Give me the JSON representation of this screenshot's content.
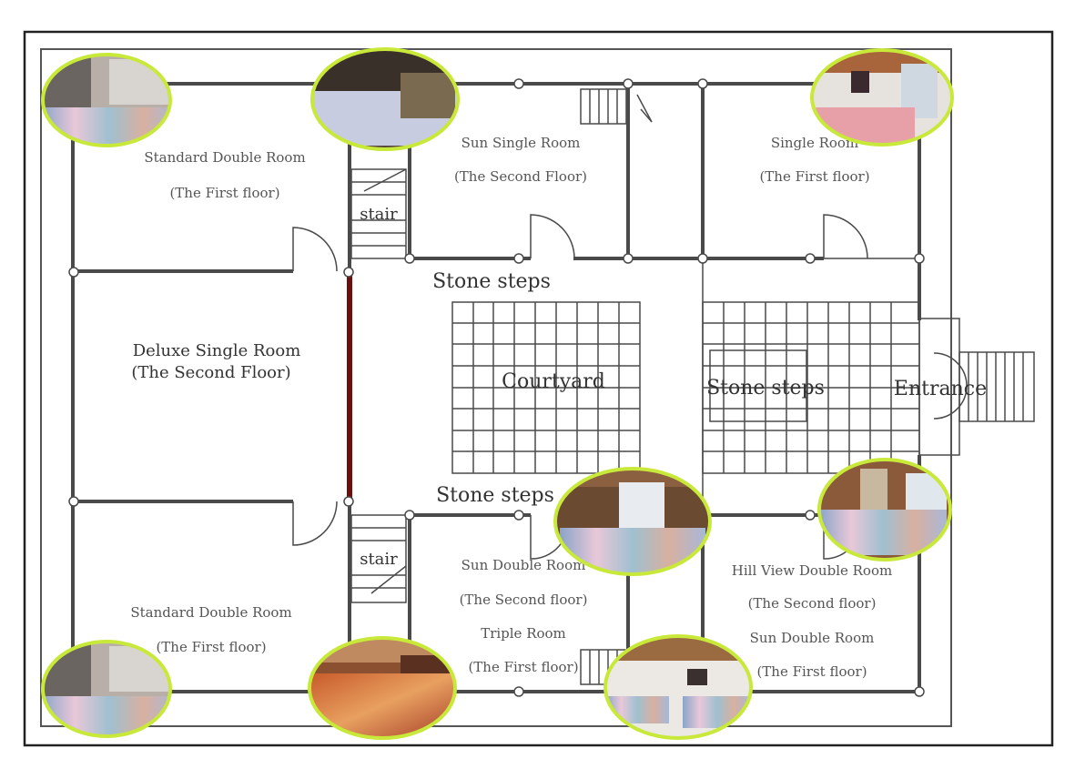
{
  "rooms": {
    "top_left": {
      "name": "Standard Double Room",
      "floor": "(The First floor)"
    },
    "top_middle": {
      "name": "Sun Single Room",
      "floor": "(The Second Floor)"
    },
    "top_right": {
      "name": "Single Room",
      "floor": "(The First floor)"
    },
    "middle_left": {
      "name": "Deluxe Single Room",
      "floor": "(The Second Floor)"
    },
    "bottom_left": {
      "name": "Standard Double Room",
      "floor": "(The First floor)"
    },
    "bottom_middle": {
      "name": "Sun Double Room",
      "floor": "(The Second floor)",
      "name2": "Triple Room",
      "floor2": "(The First floor)"
    },
    "bottom_right": {
      "name": "Hill View Double Room",
      "floor": "(The Second floor)",
      "name2": "Sun Double Room",
      "floor2": "(The First floor)"
    }
  },
  "labels": {
    "stair_top": "stair",
    "stair_bottom": "stair",
    "stone_steps_top": "Stone steps",
    "stone_steps_bottom": "Stone steps",
    "stone_steps_right": "Stone steps",
    "courtyard": "Courtyard",
    "entrance": "Entrance"
  },
  "colors": {
    "photo_ring": "#c8e83a",
    "partition": "#6b0f0f",
    "wall": "#4a4a4a"
  },
  "photos": [
    {
      "name": "standard-double-room-photo",
      "subject": "two beds with striped blankets"
    },
    {
      "name": "deluxe-single-room-photo",
      "subject": "bed with floral blanket"
    },
    {
      "name": "single-room-photo",
      "subject": "bed under wooden ceiling"
    },
    {
      "name": "sun-double-room-photo",
      "subject": "two beds with window"
    },
    {
      "name": "hill-view-double-room-photo",
      "subject": "beds with patterned wall hanging"
    },
    {
      "name": "standard-double-room-photo-bottom",
      "subject": "two beds with striped blankets"
    },
    {
      "name": "triple-room-photo",
      "subject": "beds with orange patterned blankets"
    },
    {
      "name": "sun-double-room-first-floor-photo",
      "subject": "two beds with wooden ceiling"
    }
  ]
}
